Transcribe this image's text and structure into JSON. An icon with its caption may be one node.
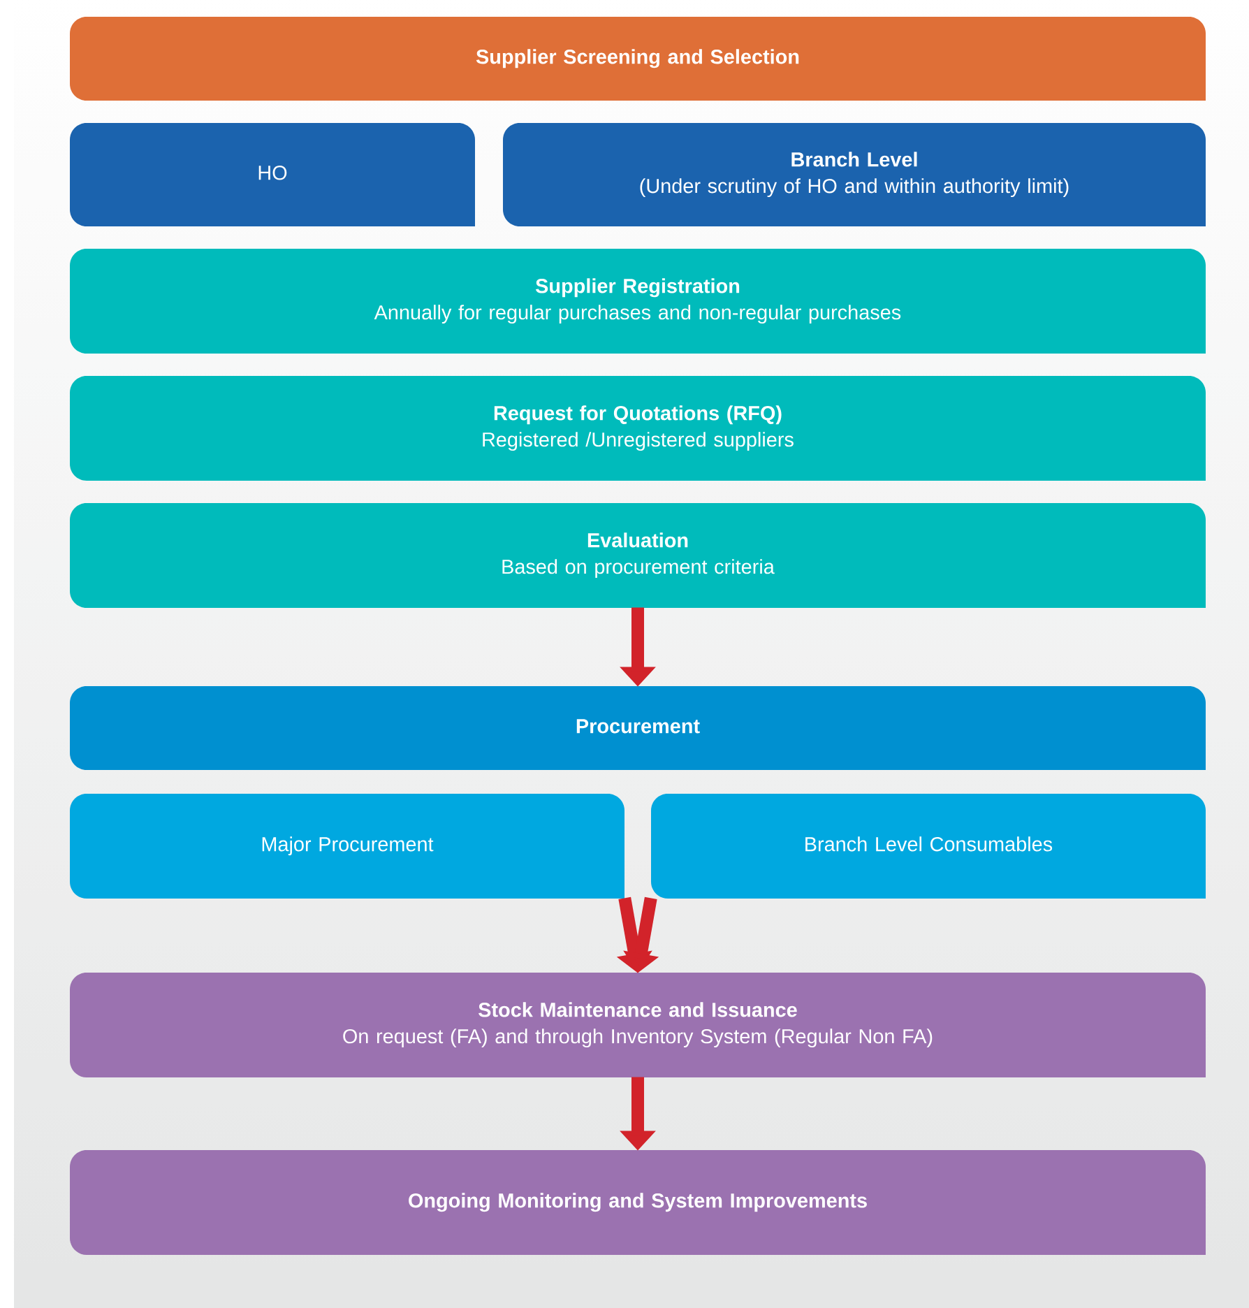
{
  "diagram": {
    "nodes": [
      {
        "text": [
          "Supplier Screening and Selection"
        ]
      },
      {
        "text": [
          "HO"
        ]
      },
      {
        "text": [
          "Branch Level",
          "(Under scrutiny of HO and within authority limit)"
        ]
      },
      {
        "text": [
          "Supplier Registration",
          "Annually for regular purchases and non-regular purchases"
        ]
      },
      {
        "text": [
          "Request for Quotations (RFQ)",
          "Registered /Unregistered suppliers"
        ]
      },
      {
        "text": [
          "Evaluation",
          "Based on procurement criteria"
        ]
      },
      {
        "text": [
          "Procurement"
        ]
      },
      {
        "text": [
          "Major Procurement"
        ]
      },
      {
        "text": [
          "Branch Level Consumables"
        ]
      },
      {
        "text": [
          "Stock Maintenance and Issuance",
          "On request (FA) and through Inventory System (Regular Non FA)"
        ]
      },
      {
        "text": [
          "Ongoing Monitoring and System Improvements"
        ]
      }
    ],
    "edges": [
      {
        "from": 5,
        "to": 6,
        "arrow": "to"
      },
      {
        "from": 7,
        "to": 9,
        "arrow": "to"
      },
      {
        "from": 8,
        "to": 9,
        "arrow": "to"
      },
      {
        "from": 9,
        "to": 10,
        "arrow": "to"
      }
    ]
  }
}
